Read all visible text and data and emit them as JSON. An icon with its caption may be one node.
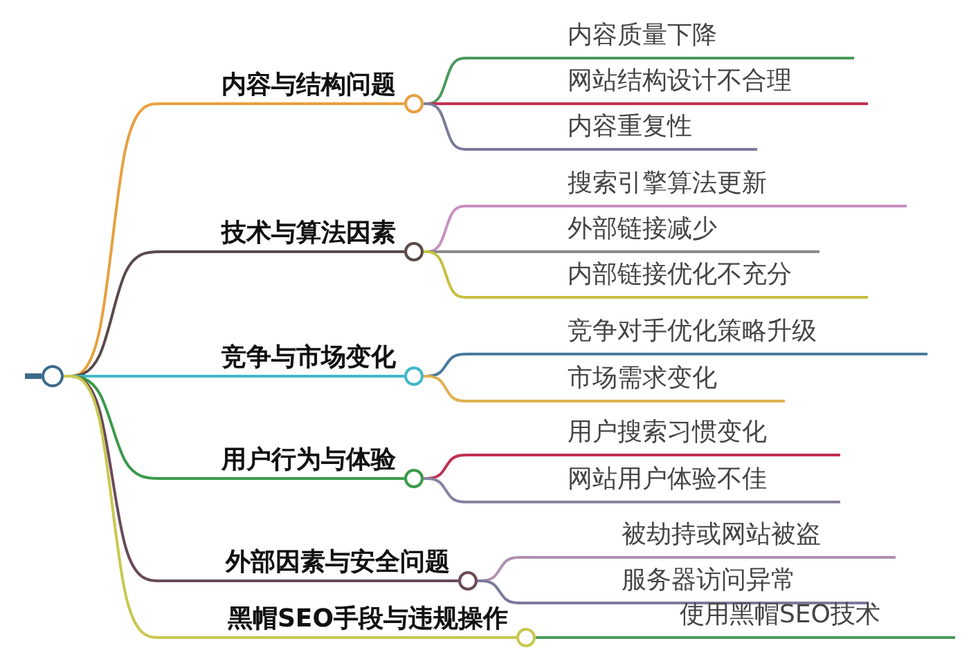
{
  "diagram": {
    "nodes": [
      {
        "text": [],
        "shape": "circle"
      },
      {
        "text": [
          "内容与结构问题"
        ]
      },
      {
        "text": [
          "技术与算法因素"
        ]
      },
      {
        "text": [
          "竞争与市场变化"
        ]
      },
      {
        "text": [
          "用户行为与体验"
        ]
      },
      {
        "text": [
          "外部因素与安全问题"
        ]
      },
      {
        "text": [
          "黑帽SEO手段与违规操作"
        ]
      },
      {
        "text": [
          "内容质量下降"
        ]
      },
      {
        "text": [
          "网站结构设计不合理"
        ]
      },
      {
        "text": [
          "内容重复性"
        ]
      },
      {
        "text": [
          "搜索引擎算法更新"
        ]
      },
      {
        "text": [
          "外部链接减少"
        ]
      },
      {
        "text": [
          "内部链接优化不充分"
        ]
      },
      {
        "text": [
          "竞争对手优化策略升级"
        ]
      },
      {
        "text": [
          "市场需求变化"
        ]
      },
      {
        "text": [
          "用户搜索习惯变化"
        ]
      },
      {
        "text": [
          "网站用户体验不佳"
        ]
      },
      {
        "text": [
          "被劫持或网站被盗"
        ]
      },
      {
        "text": [
          "服务器访问异常"
        ]
      },
      {
        "text": [
          "使用黑帽SEO技术"
        ]
      }
    ],
    "edges": [
      {
        "from": null,
        "to": 0,
        "arrow": "none",
        "style": "thick",
        "color": "#3a6a8a"
      },
      {
        "from": 0,
        "to": 1,
        "arrow": "none",
        "color": "#e8a040"
      },
      {
        "from": 0,
        "to": 2,
        "arrow": "none",
        "color": "#5a4a4a"
      },
      {
        "from": 0,
        "to": 3,
        "arrow": "none",
        "color": "#40b8c8"
      },
      {
        "from": 0,
        "to": 4,
        "arrow": "none",
        "color": "#3a9a4a"
      },
      {
        "from": 0,
        "to": 5,
        "arrow": "none",
        "color": "#6a4a5a"
      },
      {
        "from": 0,
        "to": 6,
        "arrow": "none",
        "color": "#c8c850"
      },
      {
        "from": 1,
        "to": 7,
        "arrow": "none",
        "color": "#4a9a5a"
      },
      {
        "from": 1,
        "to": 8,
        "arrow": "none",
        "color": "#c03050"
      },
      {
        "from": 1,
        "to": 9,
        "arrow": "none",
        "color": "#7a7a9a"
      },
      {
        "from": 2,
        "to": 10,
        "arrow": "none",
        "color": "#c890c0"
      },
      {
        "from": 2,
        "to": 11,
        "arrow": "none",
        "color": "#8a8a8a"
      },
      {
        "from": 2,
        "to": 12,
        "arrow": "none",
        "color": "#c8c040"
      },
      {
        "from": 3,
        "to": 13,
        "arrow": "none",
        "color": "#4a7a9a"
      },
      {
        "from": 3,
        "to": 14,
        "arrow": "none",
        "color": "#e0b050"
      },
      {
        "from": 4,
        "to": 15,
        "arrow": "none",
        "color": "#c03050"
      },
      {
        "from": 4,
        "to": 16,
        "arrow": "none",
        "color": "#8a80a0"
      },
      {
        "from": 5,
        "to": 17,
        "arrow": "none",
        "color": "#b090b0"
      },
      {
        "from": 5,
        "to": 18,
        "arrow": "none",
        "color": "#7a7a9a"
      },
      {
        "from": 6,
        "to": 19,
        "arrow": "none",
        "color": "#4a9a5a"
      }
    ]
  }
}
